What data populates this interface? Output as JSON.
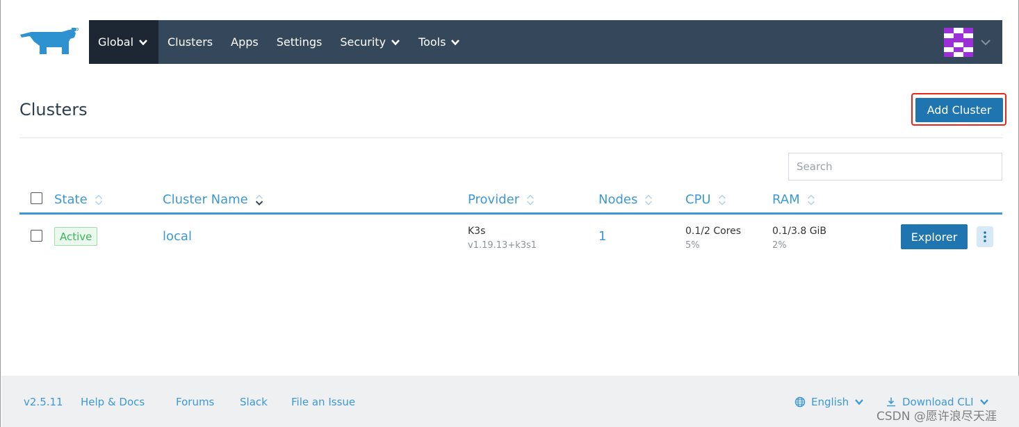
{
  "nav": {
    "items": [
      {
        "label": "Global",
        "has_chevron": true,
        "active": true
      },
      {
        "label": "Clusters",
        "has_chevron": false
      },
      {
        "label": "Apps",
        "has_chevron": false
      },
      {
        "label": "Settings",
        "has_chevron": false
      },
      {
        "label": "Security",
        "has_chevron": true
      },
      {
        "label": "Tools",
        "has_chevron": true
      }
    ],
    "bg_color": "#35475b",
    "active_color": "#1c2733"
  },
  "page": {
    "title": "Clusters",
    "add_button_label": "Add Cluster",
    "search_placeholder": "Search"
  },
  "table": {
    "columns": [
      "State",
      "Cluster Name",
      "Provider",
      "Nodes",
      "CPU",
      "RAM"
    ],
    "rows": [
      {
        "state": "Active",
        "name": "local",
        "provider": "K3s",
        "provider_version": "v1.19.13+k3s1",
        "nodes": "1",
        "cpu": "0.1/2 Cores",
        "cpu_pct": "5%",
        "ram": "0.1/3.8 GiB",
        "ram_pct": "2%",
        "action_label": "Explorer"
      }
    ]
  },
  "footer": {
    "version": "v2.5.11",
    "links": [
      "Help & Docs",
      "Forums",
      "Slack",
      "File an Issue"
    ],
    "language": "English",
    "download": "Download CLI"
  },
  "watermark": "CSDN @愿许浪尽天涯",
  "colors": {
    "accent": "#3d98d3",
    "primary_button": "#1f75b0",
    "highlight": "#e8261c",
    "active_badge": "#3bb35a"
  }
}
